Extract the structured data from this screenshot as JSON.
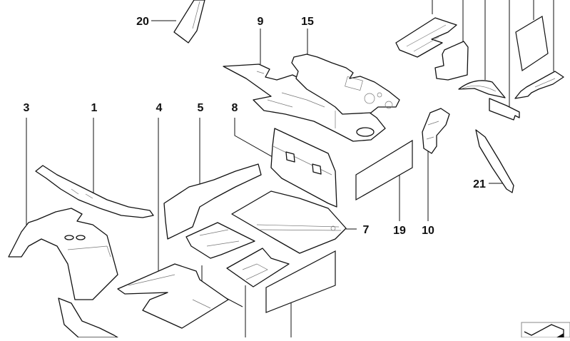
{
  "diagram": {
    "title": "Sound insulation parts (exploded view)",
    "callouts": [
      {
        "id": "c20",
        "label": "20"
      },
      {
        "id": "c9",
        "label": "9"
      },
      {
        "id": "c15",
        "label": "15"
      },
      {
        "id": "c3",
        "label": "3"
      },
      {
        "id": "c1",
        "label": "1"
      },
      {
        "id": "c4",
        "label": "4"
      },
      {
        "id": "c5",
        "label": "5"
      },
      {
        "id": "c8",
        "label": "8"
      },
      {
        "id": "c7",
        "label": "7"
      },
      {
        "id": "c19",
        "label": "19"
      },
      {
        "id": "c10",
        "label": "10"
      },
      {
        "id": "c21",
        "label": "21"
      }
    ],
    "corner_icon": "isometric-box-icon"
  }
}
